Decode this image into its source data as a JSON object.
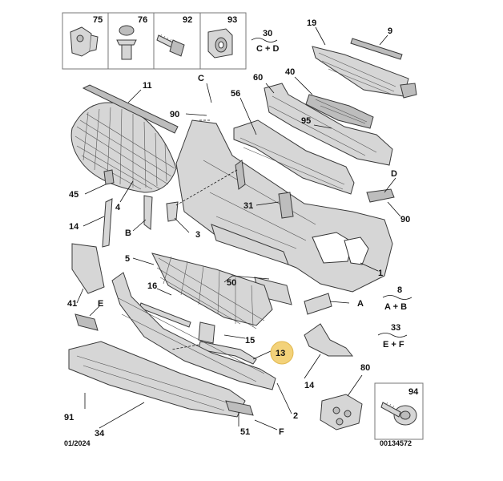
{
  "fastener_box": {
    "items": [
      {
        "number": "75",
        "icon": "push-clip-icon"
      },
      {
        "number": "76",
        "icon": "rivet-icon"
      },
      {
        "number": "92",
        "icon": "screw-icon"
      },
      {
        "number": "93",
        "icon": "clip-nut-icon"
      }
    ]
  },
  "group_notes": [
    {
      "number": "30",
      "text": "C + D"
    },
    {
      "number": "8",
      "text": "A + B"
    },
    {
      "number": "33",
      "text": "E + F"
    }
  ],
  "callouts": {
    "c11": "11",
    "c19": "19",
    "c9": "9",
    "c60": "60",
    "c40": "40",
    "c56": "56",
    "cC_top": "C",
    "c90_top": "90",
    "c95": "95",
    "cD": "D",
    "c90_right": "90",
    "c45": "45",
    "c4": "4",
    "c31": "31",
    "c14_left": "14",
    "cB": "B",
    "c3": "3",
    "c5": "5",
    "c1": "1",
    "c16": "16",
    "c50": "50",
    "c41": "41",
    "cE": "E",
    "cA": "A",
    "c15": "15",
    "c13": "13",
    "c14_right": "14",
    "c80": "80",
    "c34": "34",
    "c91": "91",
    "c2": "2",
    "c51": "51",
    "cF": "F"
  },
  "highlight": {
    "callout": "13",
    "color": "#f3d27a"
  },
  "inset": {
    "number": "94"
  },
  "footer": {
    "date": "01/2024",
    "code": "00134572"
  }
}
